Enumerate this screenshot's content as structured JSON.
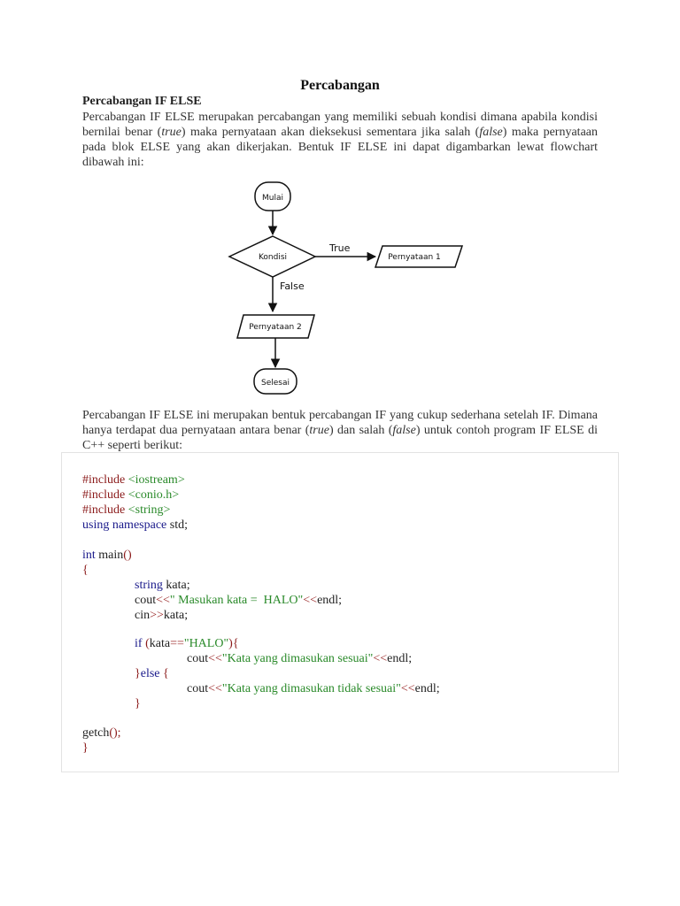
{
  "doc": {
    "title": "Percabangan",
    "subtitle": "Percabangan IF ELSE",
    "para1": {
      "a": "Percabangan IF ELSE merupakan percabangan yang memiliki sebuah kondisi dimana apabila kondisi bernilai benar (",
      "true": "true",
      "b": ") maka pernyataan akan dieksekusi sementara jika salah (",
      "false": "false",
      "c": ") maka pernyataan pada blok ELSE yang akan dikerjakan. Bentuk IF ELSE ini dapat digambarkan lewat flowchart dibawah ini:"
    },
    "para2": {
      "a": "Percabangan IF ELSE ini merupakan bentuk percabangan IF yang cukup sederhana setelah IF. Dimana hanya terdapat dua pernyataan antara benar (",
      "true": "true",
      "b": ") dan salah (",
      "false": "false",
      "c": ") untuk contoh program IF ELSE di C++ seperti berikut:"
    }
  },
  "flowchart": {
    "start": "Mulai",
    "condition": "Kondisi",
    "true_label": "True",
    "false_label": "False",
    "statement1": "Pernyataan 1",
    "statement2": "Pernyataan 2",
    "end": "Selesai"
  },
  "code": {
    "inc1_kw": "#include ",
    "inc1_lib": "<iostream>",
    "inc2_kw": "#include ",
    "inc2_lib": "<conio.h>",
    "inc3_kw": "#include ",
    "inc3_lib": "<string>",
    "using_kw": "using namespace",
    "using_rest": " std;",
    "int_kw": "int",
    "main_rest": " main",
    "main_paren": "()",
    "brace_open": "{",
    "string_kw": "string",
    "kata_decl": " kata;",
    "cout1": "cout",
    "op1": "<<",
    "str1": "\" Masukan kata =  HALO\"",
    "op1b": "<<",
    "endl1": "endl;",
    "cin": "cin",
    "op_in": ">>",
    "kata_in": "kata;",
    "if_kw": "if",
    "if_open": " (",
    "kata_cmp": "kata",
    "eq_op": "==",
    "halo_str": "\"HALO\"",
    "if_close": "){",
    "cout2": "cout",
    "op2": "<<",
    "str2": "\"Kata yang dimasukan sesuai\"",
    "op2b": "<<",
    "endl2": "endl;",
    "else_open": "}",
    "else_kw": "else",
    "else_brace": " {",
    "cout3": "cout",
    "op3": "<<",
    "str3": "\"Kata yang dimasukan tidak sesuai\"",
    "op3b": "<<",
    "endl3": "endl;",
    "inner_close": "}",
    "getch": "getch",
    "getch_paren": "();",
    "brace_close": "}"
  }
}
